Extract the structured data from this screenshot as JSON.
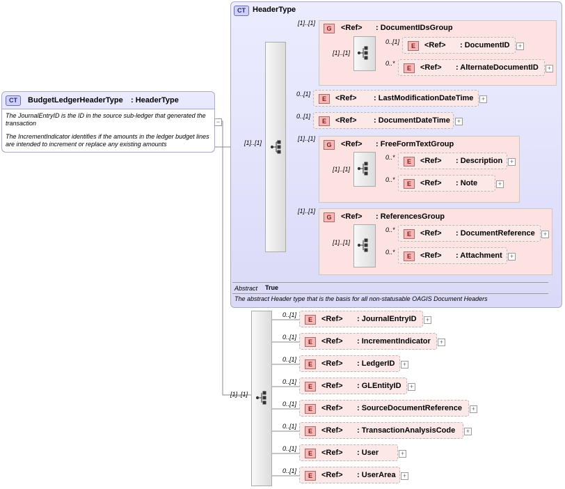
{
  "root": {
    "badge": "CT",
    "name": "BudgetLedgerHeaderType",
    "type": ": HeaderType",
    "doc1": "The JournalEntryID is the  ID in the source sub-ledger that generated the transaction",
    "doc2": "The IncrementIndicator identifies if the amounts in the ledger budget lines are intended to increment or replace any existing amounts",
    "collapse": "−"
  },
  "header_type": {
    "badge": "CT",
    "title": "HeaderType",
    "seq_card": "[1]..[1]",
    "abstract_label": "Abstract",
    "abstract_value": "True",
    "description": "The abstract Header type that is the basis for all non-statusable OAGIS Document Headers",
    "groups": [
      {
        "card": "[1]..[1]",
        "badge": "G",
        "ref": "<Ref>",
        "name": ": DocumentIDsGroup",
        "seq_card": "[1]..[1]",
        "elements": [
          {
            "card": "0..[1]",
            "badge": "E",
            "ref": "<Ref>",
            "name": ": DocumentID"
          },
          {
            "card": "0..*",
            "badge": "E",
            "ref": "<Ref>",
            "name": ": AlternateDocumentID"
          }
        ]
      },
      {
        "card": "[1]..[1]",
        "badge": "G",
        "ref": "<Ref>",
        "name": ": FreeFormTextGroup",
        "seq_card": "[1]..[1]",
        "elements": [
          {
            "card": "0..*",
            "badge": "E",
            "ref": "<Ref>",
            "name": ": Description"
          },
          {
            "card": "0..*",
            "badge": "E",
            "ref": "<Ref>",
            "name": ": Note"
          }
        ]
      },
      {
        "card": "[1]..[1]",
        "badge": "G",
        "ref": "<Ref>",
        "name": ": ReferencesGroup",
        "seq_card": "[1]..[1]",
        "elements": [
          {
            "card": "0..*",
            "badge": "E",
            "ref": "<Ref>",
            "name": ": DocumentReference"
          },
          {
            "card": "0..*",
            "badge": "E",
            "ref": "<Ref>",
            "name": ": Attachment"
          }
        ]
      }
    ],
    "elements": [
      {
        "card": "0..[1]",
        "badge": "E",
        "ref": "<Ref>",
        "name": ": LastModificationDateTime"
      },
      {
        "card": "0..[1]",
        "badge": "E",
        "ref": "<Ref>",
        "name": ": DocumentDateTime"
      }
    ]
  },
  "extension": {
    "seq_card": "[1]..[1]",
    "elements": [
      {
        "card": "0..[1]",
        "badge": "E",
        "ref": "<Ref>",
        "name": ": JournalEntryID"
      },
      {
        "card": "0..[1]",
        "badge": "E",
        "ref": "<Ref>",
        "name": ": IncrementIndicator"
      },
      {
        "card": "0..[1]",
        "badge": "E",
        "ref": "<Ref>",
        "name": ": LedgerID"
      },
      {
        "card": "0..[1]",
        "badge": "E",
        "ref": "<Ref>",
        "name": ": GLEntityID"
      },
      {
        "card": "0..[1]",
        "badge": "E",
        "ref": "<Ref>",
        "name": ": SourceDocumentReference"
      },
      {
        "card": "0..[1]",
        "badge": "E",
        "ref": "<Ref>",
        "name": ": TransactionAnalysisCode"
      },
      {
        "card": "0..[1]",
        "badge": "E",
        "ref": "<Ref>",
        "name": ": User"
      },
      {
        "card": "0..[1]",
        "badge": "E",
        "ref": "<Ref>",
        "name": ": UserArea"
      }
    ]
  },
  "expand_symbol": "+"
}
